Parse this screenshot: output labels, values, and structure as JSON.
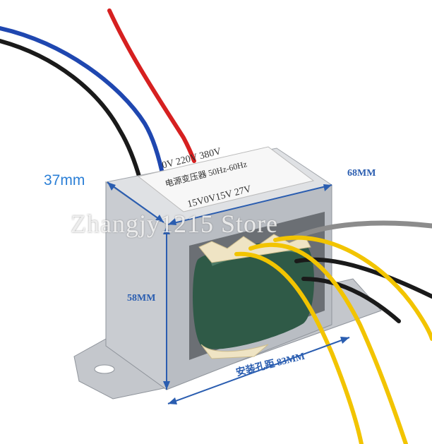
{
  "product": {
    "label_line_1": "0V 220V 380V",
    "label_line_2": "电源变压器 50Hz-60Hz",
    "label_line_3": "15V0V15V 27V"
  },
  "dimensions": {
    "depth": "37mm",
    "width": "68MM",
    "height": "58MM",
    "mount_spacing": "安装孔距 83MM"
  },
  "watermark": "Zhangjy1215 Store",
  "colors": {
    "dimension_blue": "#2a5db0",
    "coil_green": "#2f5a47",
    "wire_red": "#d62020",
    "wire_blue": "#1f47b0",
    "wire_yellow": "#f2c400",
    "wire_gray": "#8c8c8c",
    "wire_black": "#1a1a1a"
  }
}
